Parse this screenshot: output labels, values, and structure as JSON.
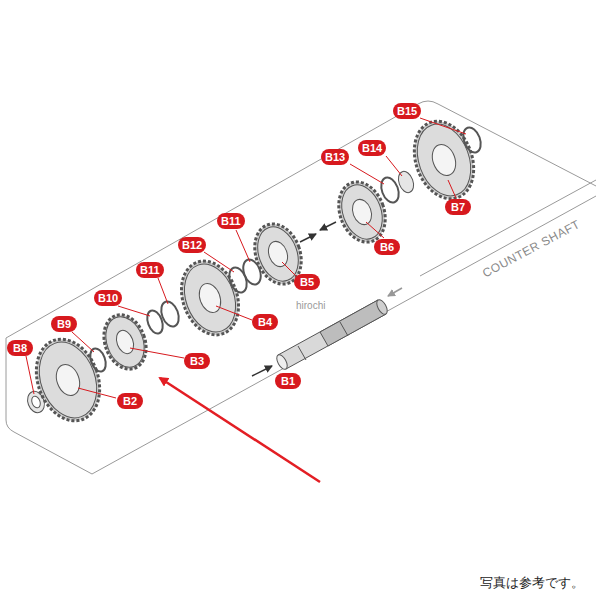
{
  "diagram": {
    "labels": [
      "B15",
      "B14",
      "B13",
      "B7",
      "B6",
      "B11",
      "B12",
      "B5",
      "B11",
      "B10",
      "B4",
      "B9",
      "B3",
      "B8",
      "B2",
      "B1",
      "COUNTER SHAFT",
      "hirochi",
      "写真は参考です。"
    ]
  }
}
